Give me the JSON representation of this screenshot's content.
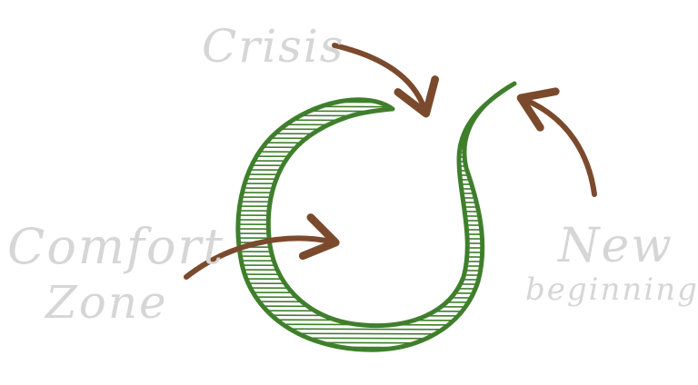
{
  "labels": {
    "crisis": "Crisis",
    "comfort_line1": "Comfort",
    "comfort_line2": "Zone",
    "new_line1": "New",
    "new_line2": "beginning"
  },
  "colors": {
    "loop_stroke": "#3f7f2c",
    "arrow": "#7b4a2c",
    "label": "#d6d6d6",
    "background": "#ffffff"
  }
}
